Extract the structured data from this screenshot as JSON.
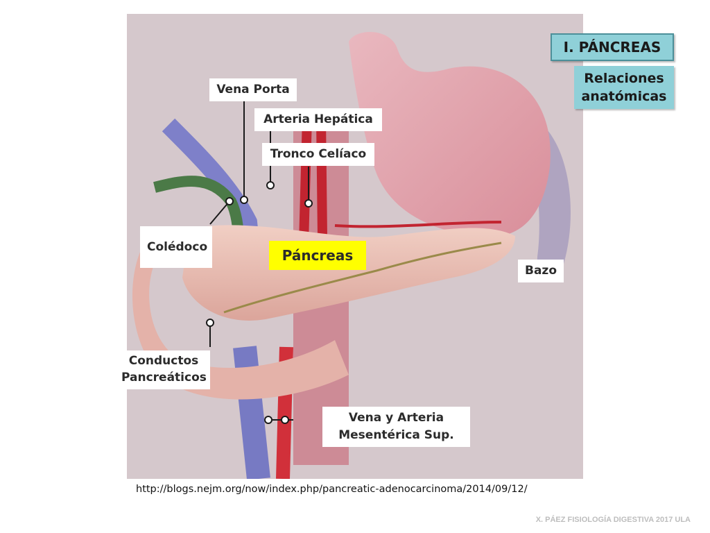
{
  "header": {
    "title": "I. PÁNCREAS",
    "subtitle": "Relaciones anatómicas"
  },
  "labels": {
    "vena_porta": "Vena Porta",
    "arteria_hepatica": "Arteria Hepática",
    "tronco_celiaco": "Tronco Celíaco",
    "coledoco": "Colédoco",
    "pancreas": "Páncreas",
    "bazo": "Bazo",
    "conductos": "Conductos Pancreáticos",
    "mesenterica": "Vena y Arteria Mesentérica Sup."
  },
  "source_url": "http://blogs.nejm.org/now/index.php/pancreatic-adenocarcinoma/2014/09/12/",
  "footer": "X. PÁEZ   FISIOLOGÍA DIGESTIVA 2017  ULA",
  "colors": {
    "title_bg": "#8fd0d8",
    "title_border": "#4c8f99",
    "pancreas_label_bg": "#ffff00"
  }
}
